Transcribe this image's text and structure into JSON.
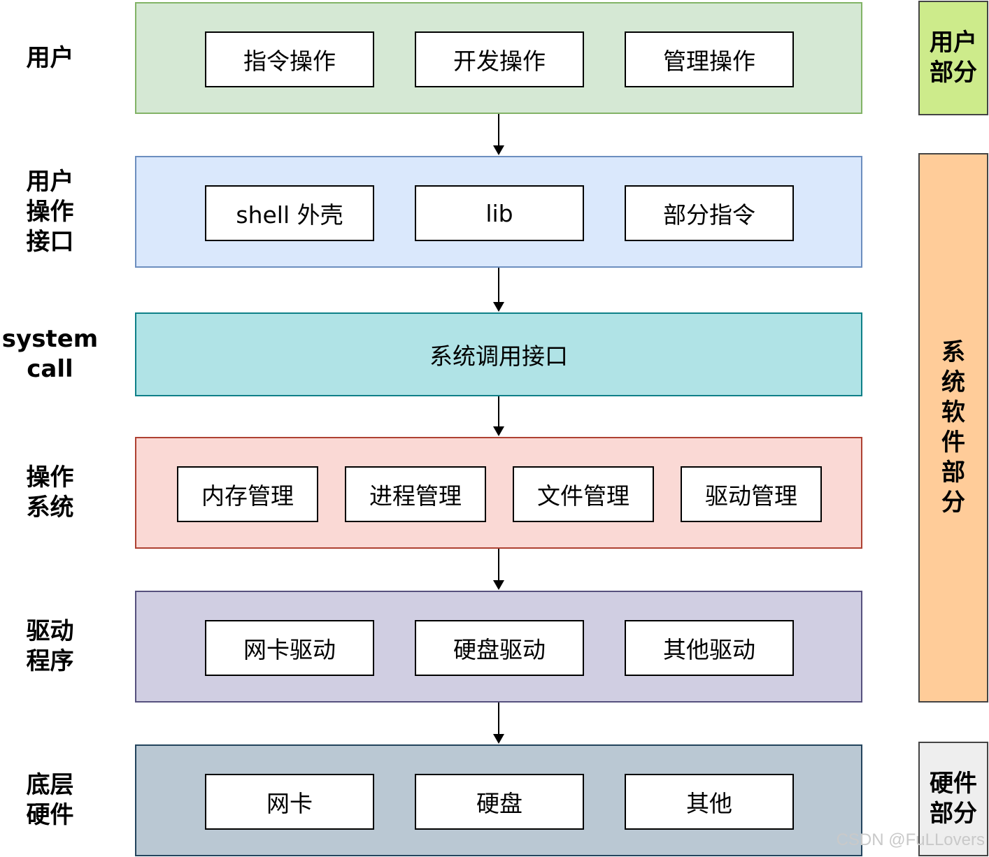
{
  "rows": [
    {
      "label": "用户\n",
      "items": [
        "指令操作",
        "开发操作",
        "管理操作"
      ],
      "fill": "#d5e8d4",
      "stroke": "#82b366"
    },
    {
      "label": "用户\n操作\n接口",
      "items": [
        "shell 外壳",
        "lib",
        "部分指令"
      ],
      "fill": "#dae8fc",
      "stroke": "#6c8ebf"
    },
    {
      "label": "system\ncall",
      "text": "系统调用接口",
      "fill": "#b0e3e6",
      "stroke": "#0e8088"
    },
    {
      "label": "操作\n系统",
      "items": [
        "内存管理",
        "进程管理",
        "文件管理",
        "驱动管理"
      ],
      "fill": "#fad9d5",
      "stroke": "#ae4132"
    },
    {
      "label": "驱动\n程序",
      "items": [
        "网卡驱动",
        "硬盘驱动",
        "其他驱动"
      ],
      "fill": "#d0cee2",
      "stroke": "#56517e"
    },
    {
      "label": "底层\n硬件",
      "items": [
        "网卡",
        "硬盘",
        "其他"
      ],
      "fill": "#bac8d3",
      "stroke": "#23445d"
    }
  ],
  "brackets": {
    "user": {
      "text": "用户\n部分",
      "fill": "#cdeb8b"
    },
    "system": {
      "text": "系统软件部分",
      "fill": "#ffcc99"
    },
    "hardware": {
      "text": "硬件\n部分",
      "fill": "#eeeeee"
    }
  },
  "watermark": "CSDN @FuLLovers",
  "colors": {
    "arrow": "#000000",
    "box_border": "#000000"
  }
}
